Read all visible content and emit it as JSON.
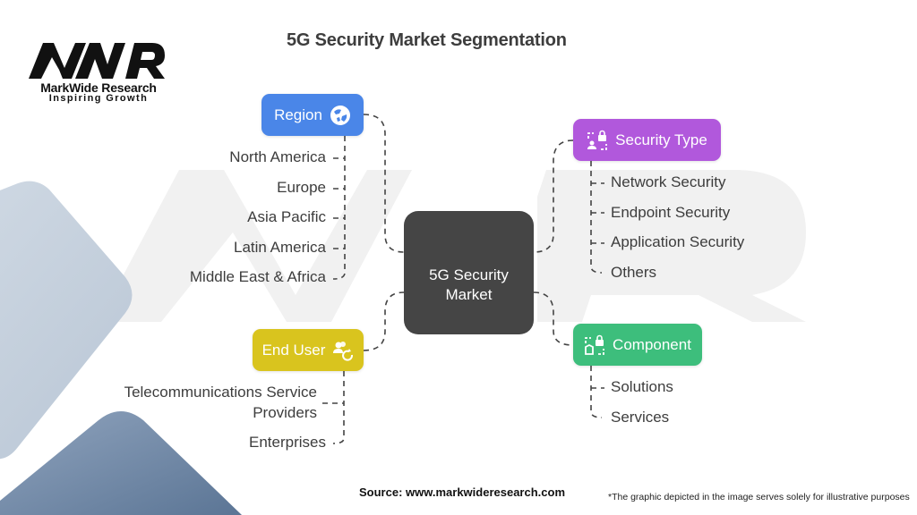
{
  "brand": {
    "logo_mark": "MWR",
    "name": "MarkWide Research",
    "tagline": "Inspiring Growth"
  },
  "title": "5G Security Market Segmentation",
  "center": {
    "line1": "5G Security",
    "line2": "Market",
    "color": "#454545"
  },
  "branches": {
    "region": {
      "label": "Region",
      "icon": "globe-icon",
      "color": "#4A86E8",
      "items": [
        "North America",
        "Europe",
        "Asia Pacific",
        "Latin America",
        "Middle East & Africa"
      ]
    },
    "end_user": {
      "label": "End User",
      "icon": "users-refresh-icon",
      "color": "#D9C41E",
      "items": [
        "Telecommunications Service",
        "Providers",
        "Enterprises"
      ],
      "items_full": [
        "Telecommunications Service Providers",
        "Enterprises"
      ]
    },
    "security_type": {
      "label": "Security Type",
      "icon": "user-lock-icon",
      "color": "#B158DC",
      "items": [
        "Network Security",
        "Endpoint Security",
        "Application Security",
        "Others"
      ]
    },
    "component": {
      "label": "Component",
      "icon": "device-lock-icon",
      "color": "#3DBE7C",
      "items": [
        "Solutions",
        "Services"
      ]
    }
  },
  "footer": {
    "source": "Source: www.markwideresearch.com",
    "note": "*The graphic depicted in the image serves solely for illustrative purposes"
  }
}
